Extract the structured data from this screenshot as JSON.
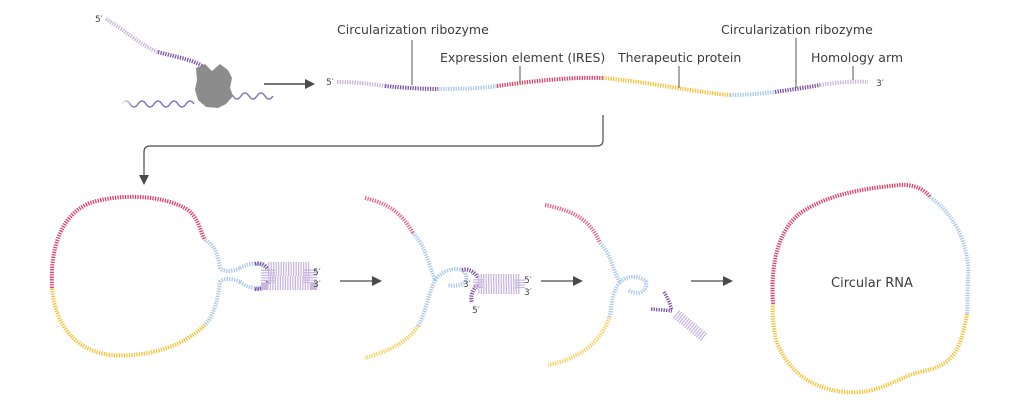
{
  "colors": {
    "ribozyme_light": "#c7b3de",
    "ribozyme_dark": "#7d4fa8",
    "spacer": "#aac8ee",
    "ires": "#e23d66",
    "protein": "#f7c23a",
    "homology": "#c8b8e0",
    "dna": "#6a5ab5",
    "polymerase": "#8c8c8c",
    "arrow": "#4a4a4a",
    "leader": "#555555"
  },
  "transcription": {
    "five_prime": "5′",
    "icon": "rna-polymerase-icon"
  },
  "construct": {
    "five_prime": "5′",
    "three_prime": "3′",
    "labels": [
      {
        "id": "ribozyme-5",
        "text": "Circularization ribozyme"
      },
      {
        "id": "ires",
        "text": "Expression element (IRES)"
      },
      {
        "id": "protein",
        "text": "Therapeutic protein"
      },
      {
        "id": "ribozyme-3",
        "text": "Circularization ribozyme"
      },
      {
        "id": "homology",
        "text": "Homology arm"
      }
    ]
  },
  "steps": {
    "step1": {
      "five_prime": "5′",
      "three_prime": "3′"
    },
    "step2": {
      "five_prime": "5′",
      "three_prime": "3′",
      "inner_three_prime": "3′",
      "inner_five_prime": "5′"
    },
    "final": {
      "label": "Circular RNA"
    }
  }
}
